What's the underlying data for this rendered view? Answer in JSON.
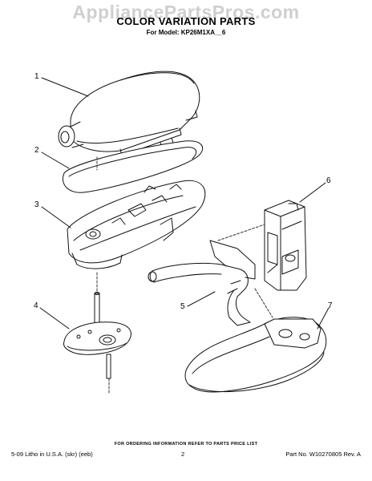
{
  "watermark": "AppliancePartsPros.com",
  "header": {
    "title": "COLOR VARIATION PARTS",
    "subtitle": "For Model: KP26M1XA__6"
  },
  "callouts": [
    "1",
    "2",
    "3",
    "4",
    "5",
    "6",
    "7"
  ],
  "footer": {
    "note": "FOR ORDERING INFORMATION REFER TO PARTS PRICE LIST",
    "left": "5-09 Litho in U.S.A. (skr) (eeb)",
    "page": "2",
    "part_no": "Part No. W10270805 Rev. A"
  }
}
